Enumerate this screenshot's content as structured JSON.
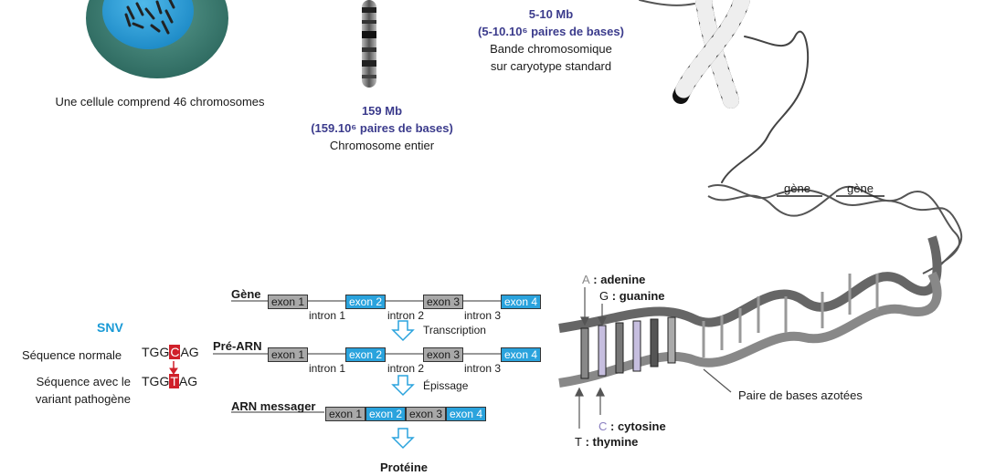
{
  "cell": {
    "caption": "Une cellule comprend 46 chromosomes"
  },
  "chromosome": {
    "size": "159 Mb",
    "base_pairs": "(159.10⁶ paires de bases)",
    "caption": "Chromosome entier"
  },
  "band": {
    "size": "5-10 Mb",
    "base_pairs": "(5-10.10⁶ paires de bases)",
    "caption_line1": "Bande chromosomique",
    "caption_line2": "sur caryotype standard"
  },
  "dna": {
    "gene_label_1": "gène",
    "gene_label_2": "gène",
    "base_a": "A",
    "base_a_name": ": adenine",
    "base_g": "G",
    "base_g_name": ": guanine",
    "base_c": "C",
    "base_c_name": ": cytosine",
    "base_t": "T",
    "base_t_name": ": thymine",
    "pair_label": "Paire de bases azotées"
  },
  "snv": {
    "title": "SNV",
    "normal_label": "Séquence normale",
    "normal_seq_pre": "TGG",
    "normal_seq_base": "C",
    "normal_seq_post": "AG",
    "variant_label_line1": "Séquence avec le",
    "variant_label_line2": "variant pathogène",
    "variant_seq_pre": "TGG",
    "variant_seq_base": "T",
    "variant_seq_post": "AG"
  },
  "gene_diagram": {
    "gene_label": "Gène",
    "pre_arn_label": "Pré-ARN",
    "mrna_label": "ARN messager",
    "protein_label": "Protéine",
    "exons": [
      "exon 1",
      "exon 2",
      "exon 3",
      "exon 4"
    ],
    "introns": [
      "intron 1",
      "intron 2",
      "intron 3"
    ],
    "transcription_label": "Transcription",
    "splicing_label": "Épissage"
  },
  "colors": {
    "exon_blue": "#2aa3dd",
    "exon_gray": "#a8a8a8",
    "title_blue": "#3b3b8c",
    "snv_blue": "#1a9ad6",
    "mutation_red": "#d0202a",
    "cell_outer": "#3f7f74",
    "cell_inner": "#2e9fdc"
  }
}
